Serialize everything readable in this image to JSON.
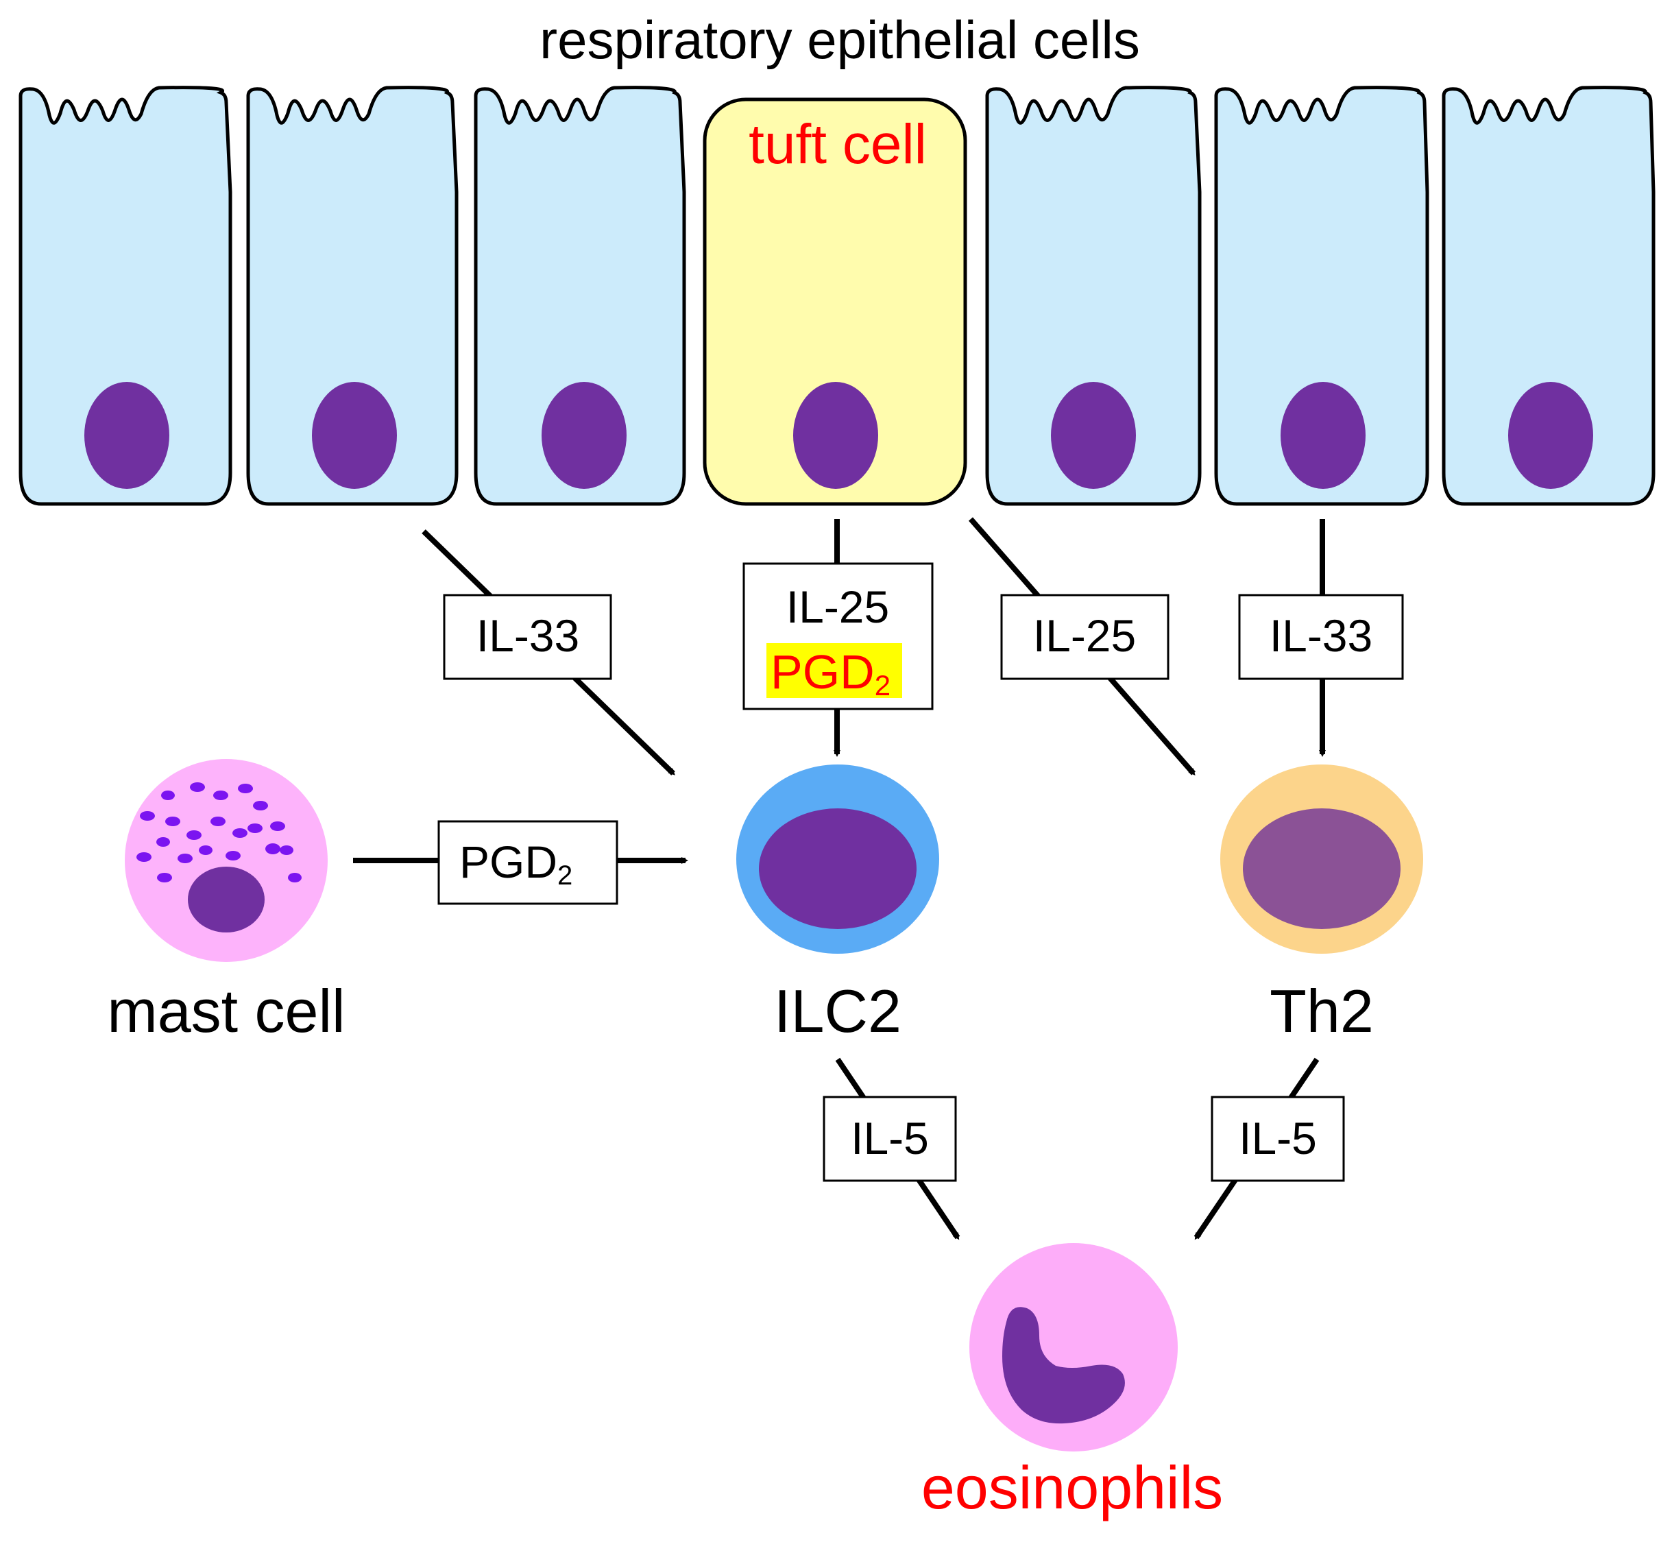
{
  "title": "respiratory epithelial cells",
  "tuft_cell_label": "tuft cell",
  "cells": {
    "mast": "mast cell",
    "ilc2": "ILC2",
    "th2": "Th2",
    "eosinophils": "eosinophils"
  },
  "signals": {
    "il33_left": "IL-33",
    "il25_center": "IL-25",
    "pgd2_center": "PGD",
    "pgd2_center_sub": "2",
    "il25_right": "IL-25",
    "il33_right": "IL-33",
    "pgd2_mast": "PGD",
    "pgd2_mast_sub": "2",
    "il5_left": "IL-5",
    "il5_right": "IL-5"
  },
  "colors": {
    "epithelial_fill": "#CCEBFB",
    "tuft_fill": "#FFFCAD",
    "nucleus": "#7030A0",
    "ilc2_outer": "#5AABF5",
    "th2_outer": "#FCD48B",
    "th2_nucleus": "#8B5296",
    "mast_fill": "#FDB3FB",
    "mast_granules": "#7B14F0",
    "eosinophil_fill": "#FDADF9",
    "eosinophil_nucleus": "#7030A0",
    "highlight_red": "#FF0000",
    "highlight_yellow": "#FFFF00"
  }
}
